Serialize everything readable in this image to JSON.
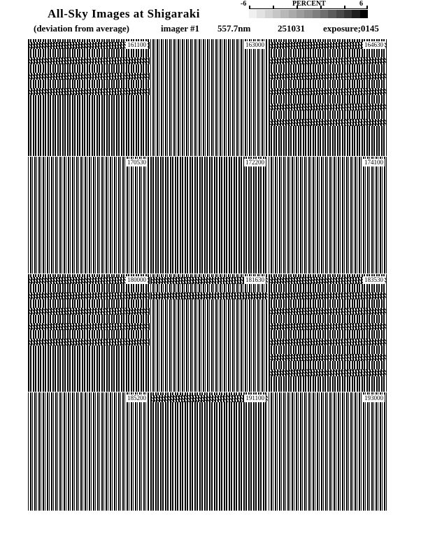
{
  "title": "All-Sky Images at Shigaraki",
  "subtitle": "(deviation from average)",
  "imager": "imager #1",
  "wavelength": "557.7nm",
  "date": "251031",
  "exposure": "exposure;0145",
  "colorbar": {
    "label": "PERCENT",
    "min": "-6",
    "max": "6",
    "colors": [
      "#f0f0f0",
      "#e2e2e2",
      "#d4d4d4",
      "#c6c6c6",
      "#b8b8b8",
      "#aaaaaa",
      "#9c9c9c",
      "#8e8e8e",
      "#7e7e7e",
      "#6e6e6e",
      "#5c5c5c",
      "#4a4a4a",
      "#363636",
      "#1e1e1e",
      "#000000"
    ]
  },
  "panels": [
    {
      "time": "161100",
      "bands": 4
    },
    {
      "time": "163000",
      "bands": 0
    },
    {
      "time": "164630",
      "bands": 6
    },
    {
      "time": "170530",
      "bands": 0
    },
    {
      "time": "172200",
      "bands": 0
    },
    {
      "time": "174100",
      "bands": 0
    },
    {
      "time": "180000",
      "bands": 5
    },
    {
      "time": "181630",
      "bands": 2
    },
    {
      "time": "183530",
      "bands": 7
    },
    {
      "time": "185200",
      "bands": 0
    },
    {
      "time": "191100",
      "bands": 1
    },
    {
      "time": "193000",
      "bands": 0
    }
  ]
}
